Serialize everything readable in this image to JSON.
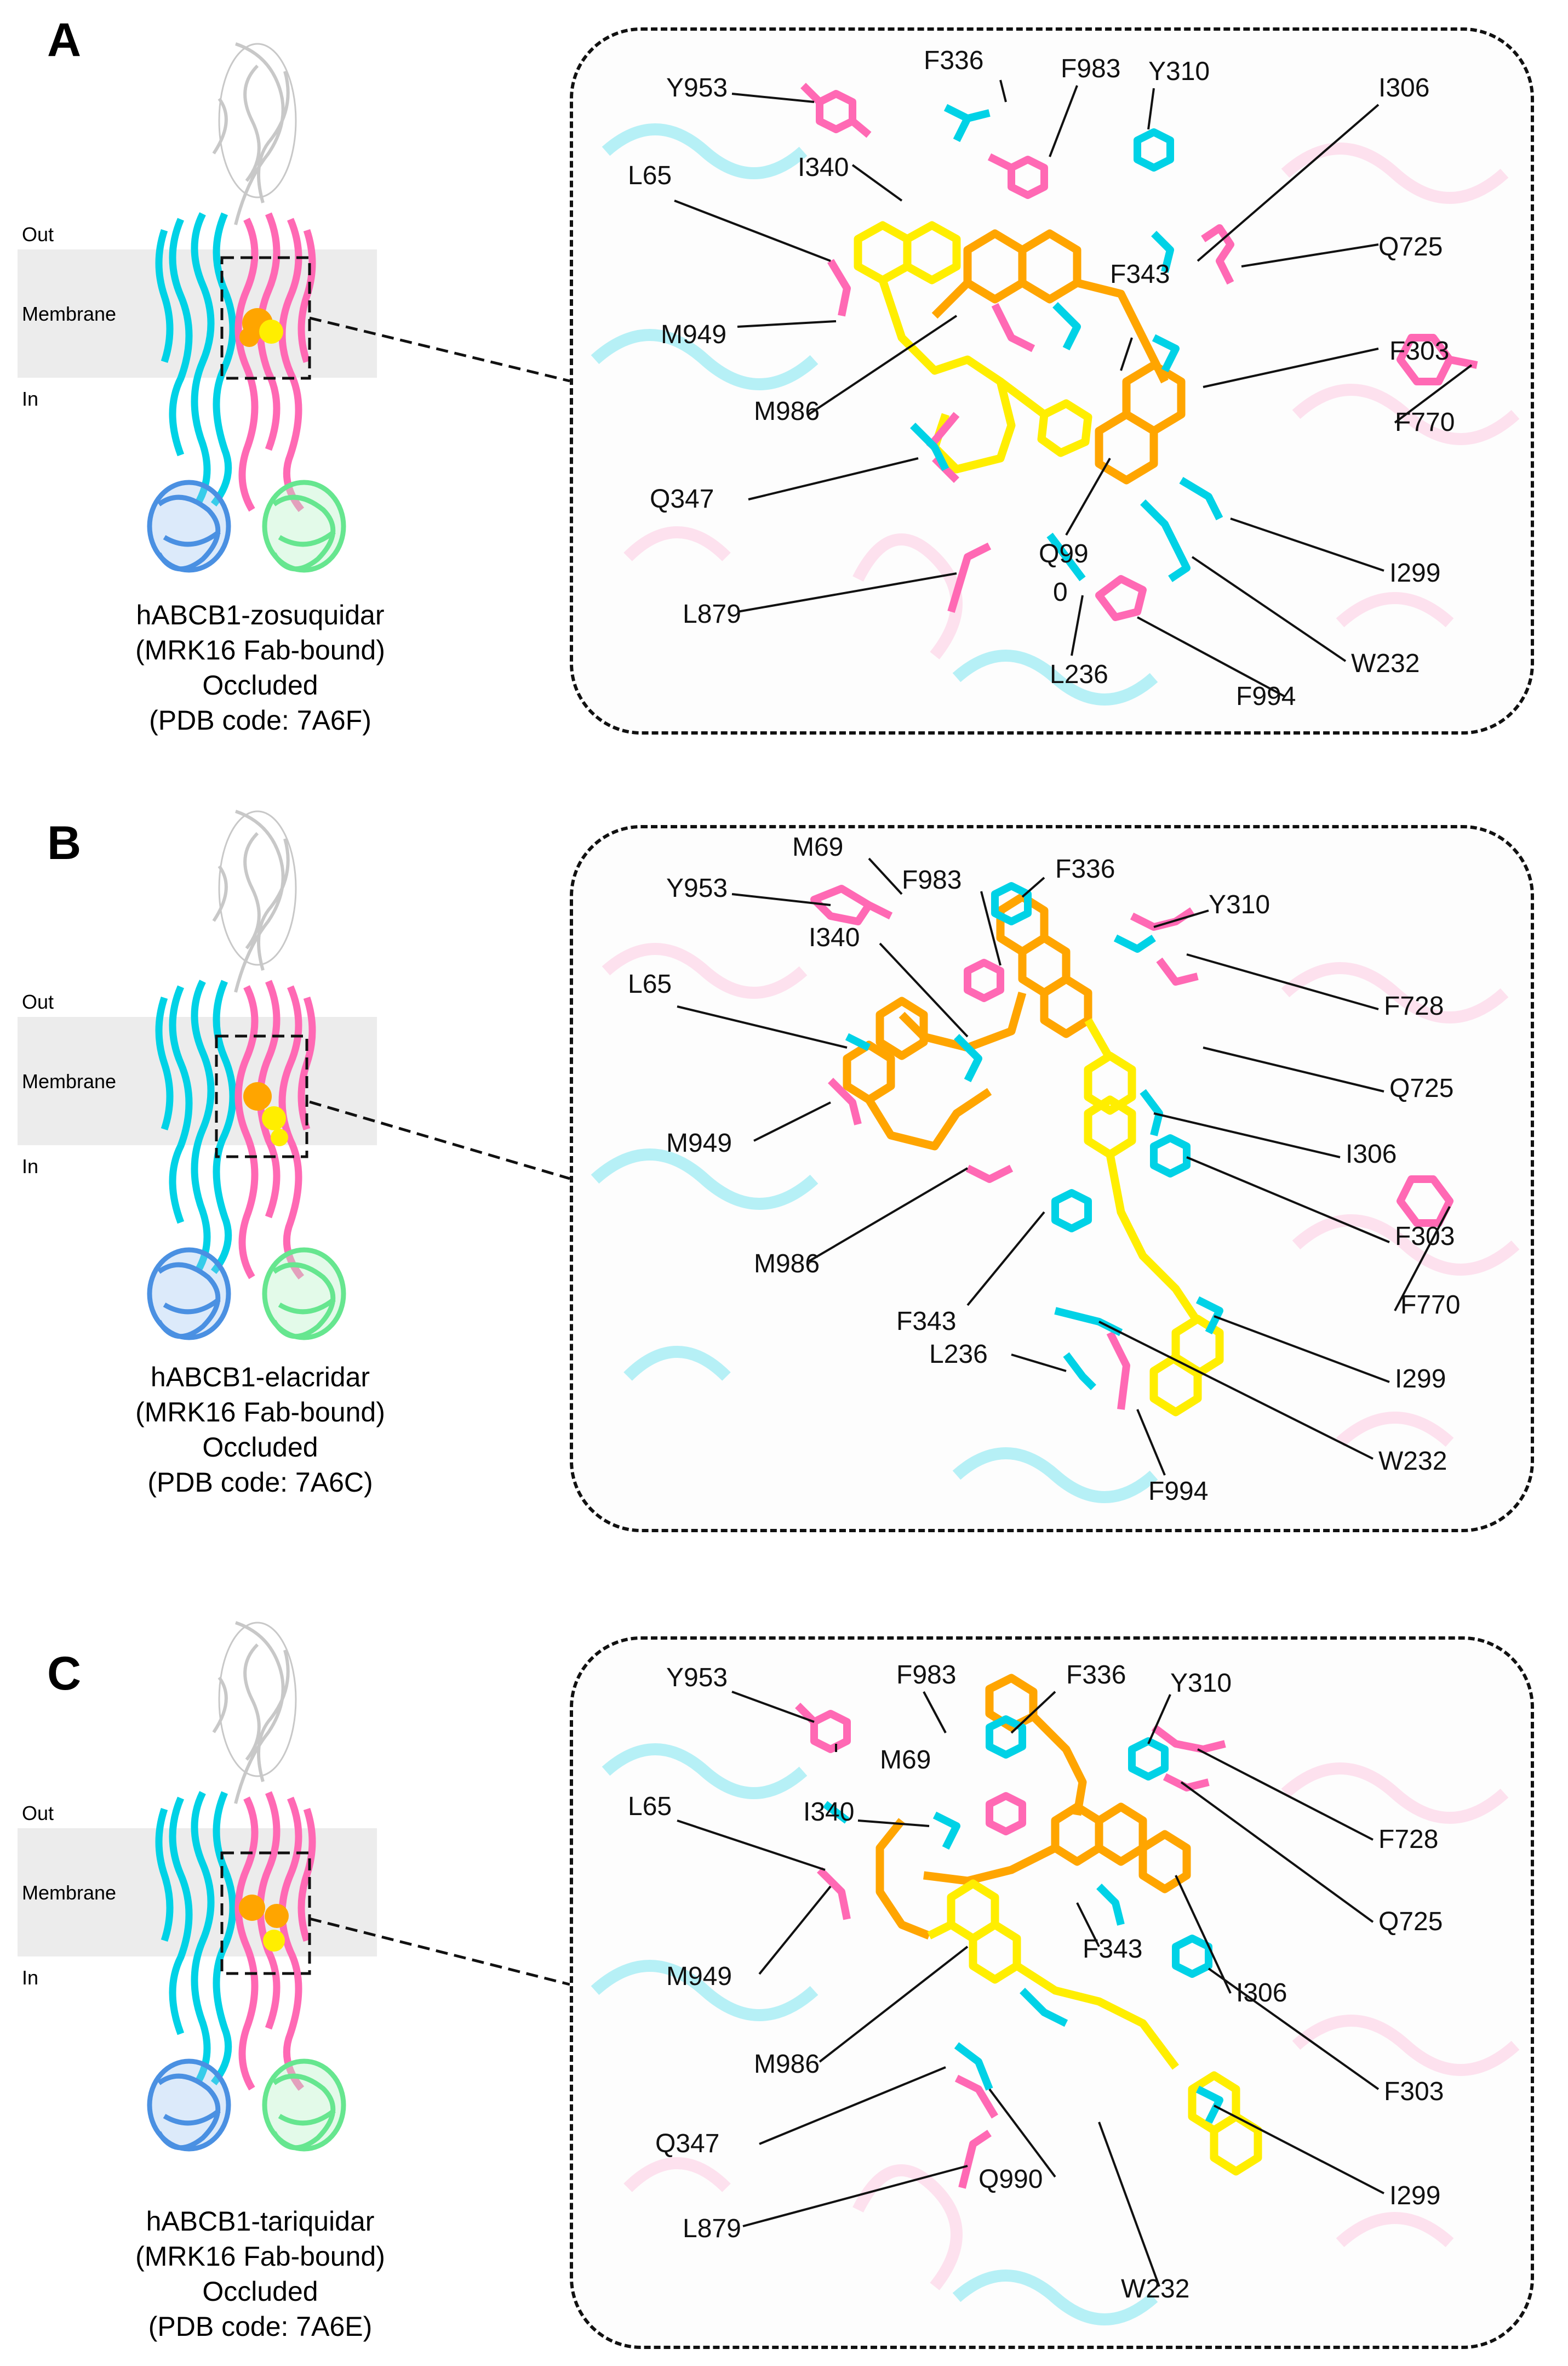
{
  "colors": {
    "chainA": "#ff69b4",
    "chainB": "#00d2e6",
    "ligand1": "#ffa500",
    "ligand2": "#ffee00",
    "nbd1": "#4a90e2",
    "nbd2": "#66e68f",
    "fab": "#c8c8c8",
    "membrane": "#ececec"
  },
  "slab_labels": {
    "out": "Out",
    "membrane": "Membrane",
    "in": "In"
  },
  "panels": [
    {
      "letter": "A",
      "caption": [
        "hABCB1-zosuquidar",
        "(MRK16 Fab-bound)",
        "Occluded",
        "(PDB code: 7A6F)"
      ],
      "residues": [
        "Y953",
        "F336",
        "F983",
        "Y310",
        "I306",
        "L65",
        "I340",
        "Q725",
        "F343",
        "M949",
        "F303",
        "M986",
        "F770",
        "Q347",
        "Q99",
        "I299",
        "L879",
        "0",
        "W232",
        "L236",
        "F994"
      ]
    },
    {
      "letter": "B",
      "caption": [
        "hABCB1-elacridar",
        "(MRK16 Fab-bound)",
        "Occluded",
        "(PDB code: 7A6C)"
      ],
      "residues": [
        "M69",
        "Y953",
        "F983",
        "F336",
        "Y310",
        "F728",
        "I340",
        "L65",
        "Q725",
        "I306",
        "M949",
        "F303",
        "F770",
        "M986",
        "F343",
        "I299",
        "L236",
        "W232",
        "F994"
      ]
    },
    {
      "letter": "C",
      "caption": [
        "hABCB1-tariquidar",
        "(MRK16 Fab-bound)",
        "Occluded",
        "(PDB code: 7A6E)"
      ],
      "residues": [
        "Y953",
        "F983",
        "F336",
        "Y310",
        "M69",
        "F728",
        "I340",
        "L65",
        "Q725",
        "I306",
        "M949",
        "M986",
        "F343",
        "F303",
        "Q347",
        "I299",
        "Q990",
        "L879",
        "W232"
      ]
    }
  ]
}
